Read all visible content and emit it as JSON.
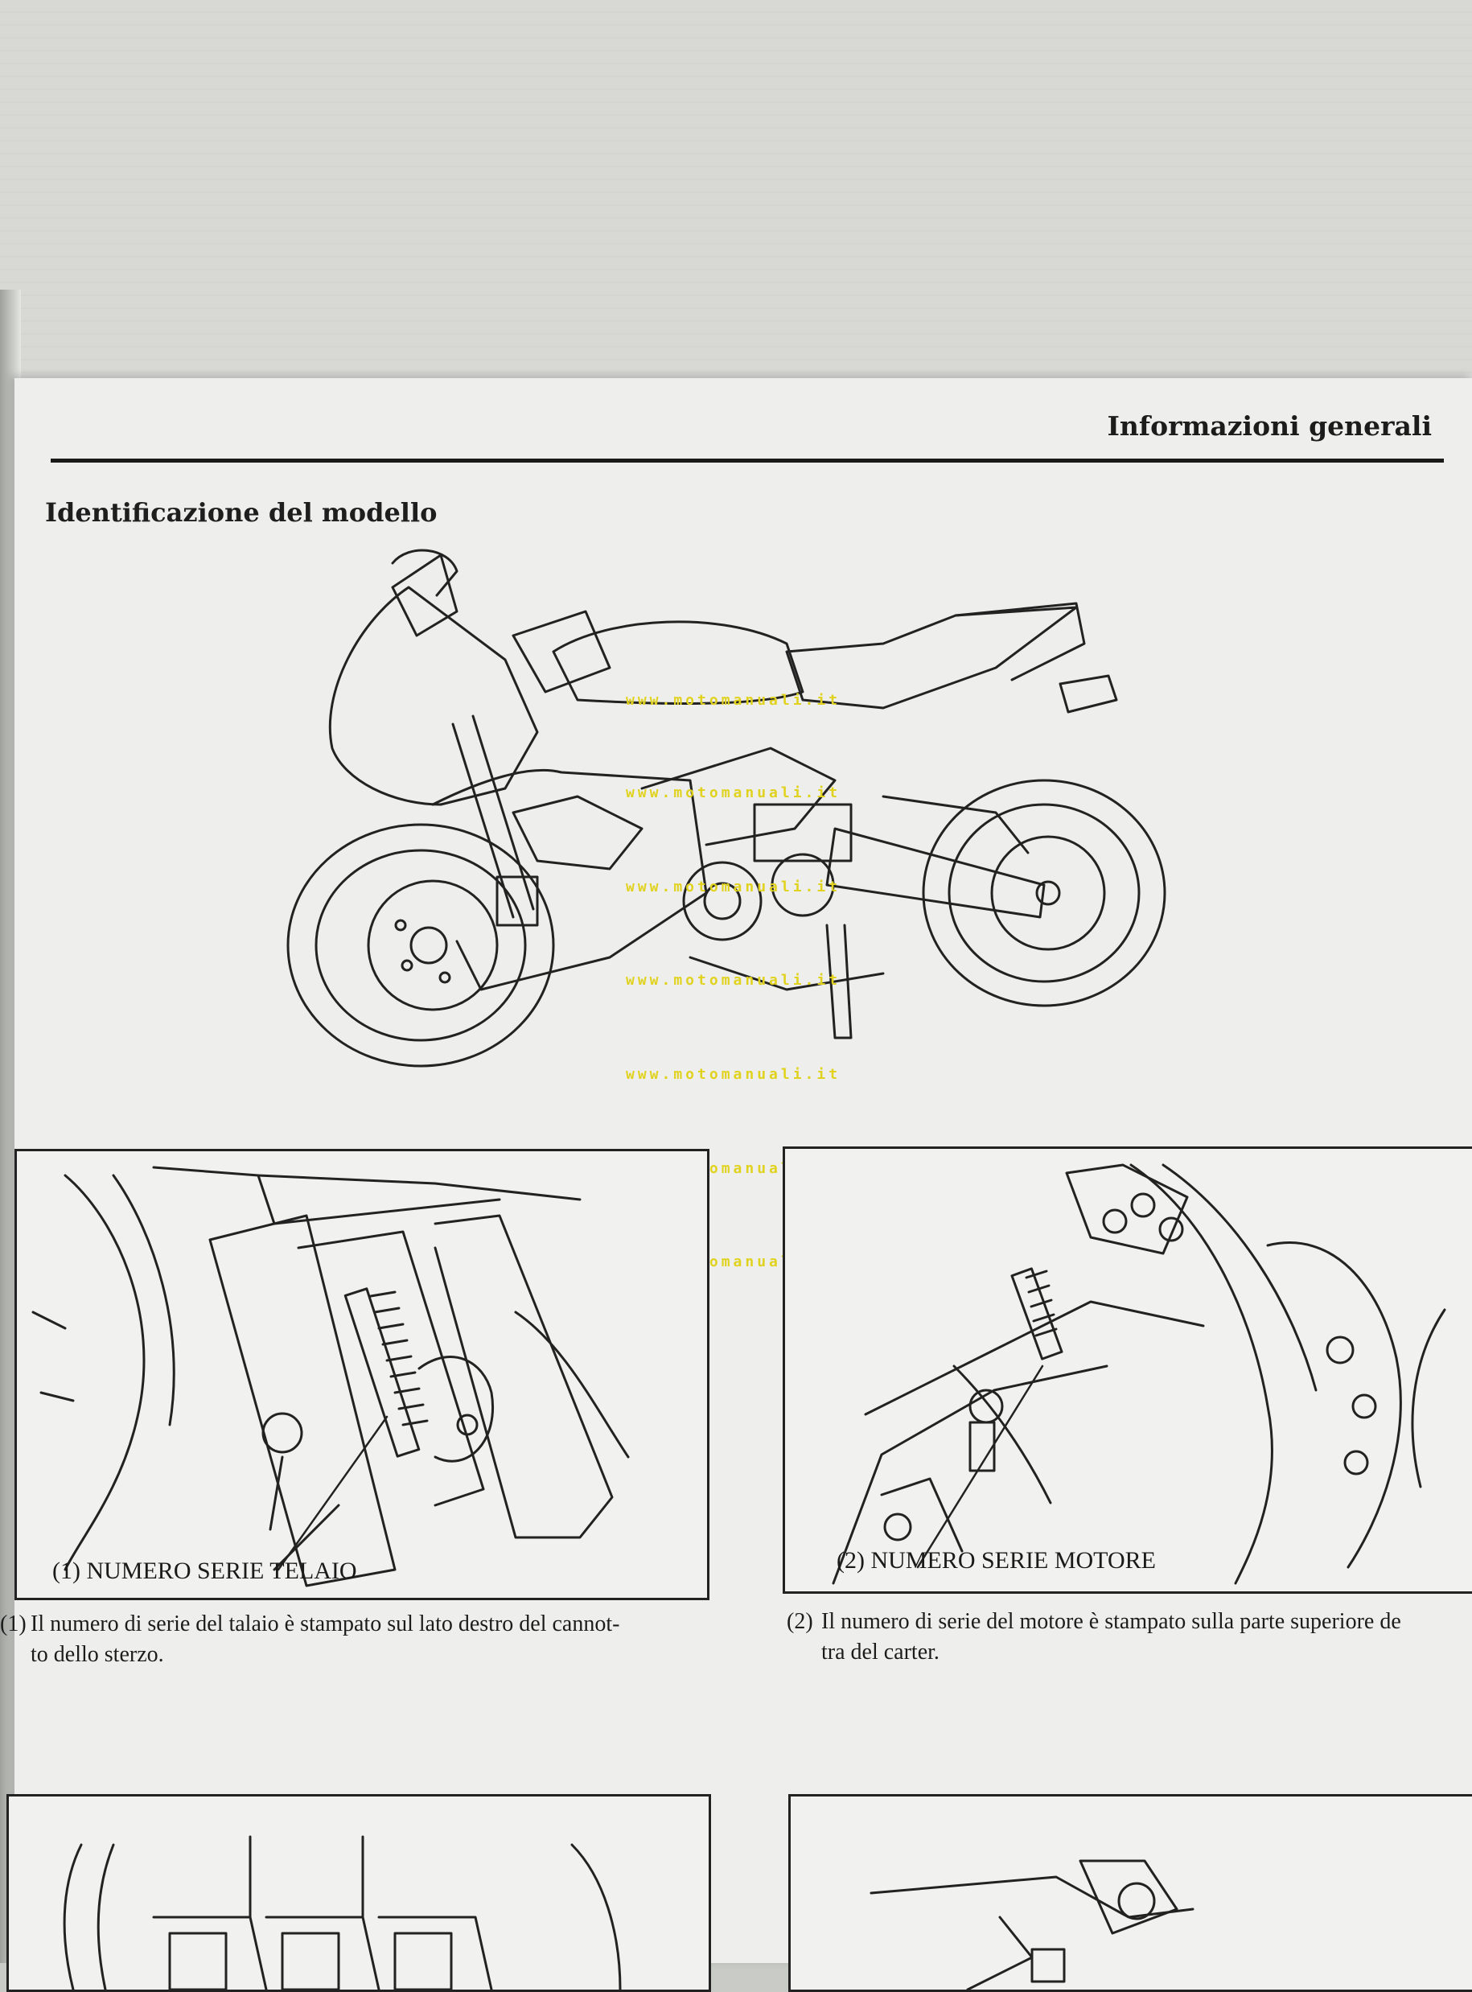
{
  "header": {
    "section": "Informazioni generali"
  },
  "section_title": "Identificazione del modello",
  "watermark": {
    "text": "www.motomanuali.it"
  },
  "figures": {
    "frame": {
      "label": "(1) NUMERO SERIE TELAIO",
      "caption_number": "(1)",
      "caption_line1": "Il numero di serie del talaio è stampato sul lato destro del cannot-",
      "caption_line2": "to dello sterzo."
    },
    "engine": {
      "label": "(2) NUMERO SERIE MOTORE",
      "caption_number": "(2)",
      "caption_line1": "Il numero di serie del motore è stampato sulla parte superiore de",
      "caption_line2": "tra del carter."
    }
  },
  "illustrations": {
    "motorcycle": "motorcycle-side-view",
    "frame_detail": "steering-head-closeup",
    "engine_detail": "crankcase-closeup"
  }
}
